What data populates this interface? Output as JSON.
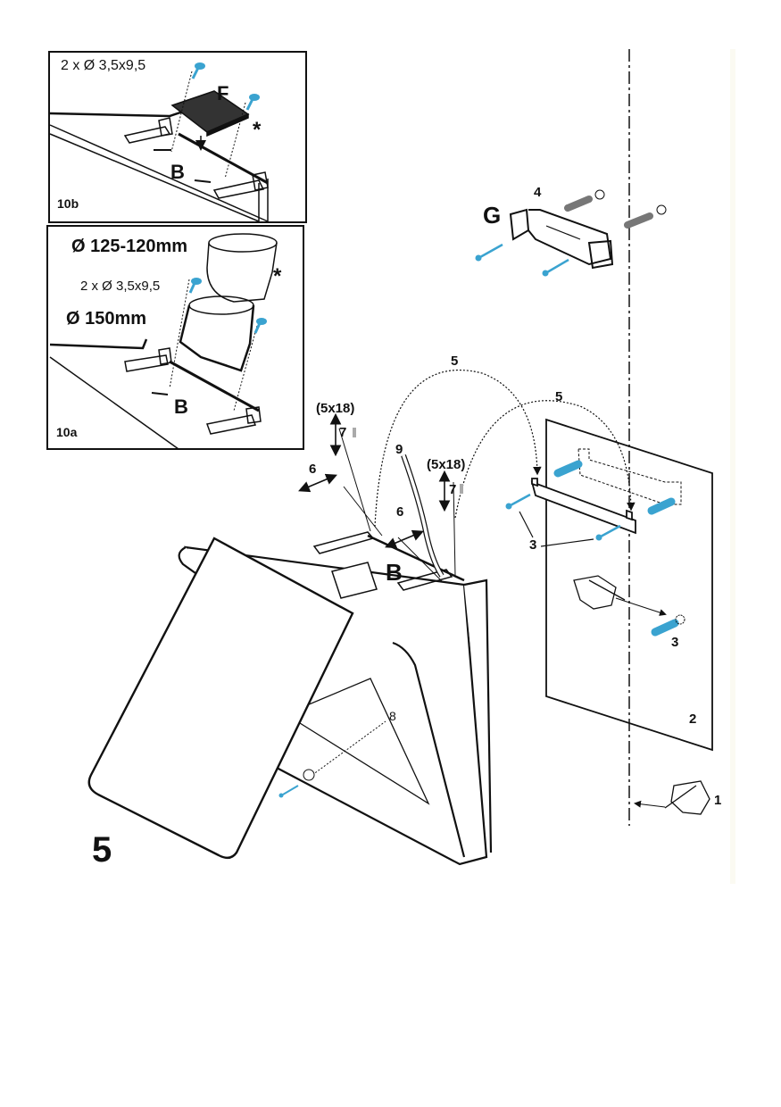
{
  "figure": {
    "step_number": "5",
    "inset_10b": {
      "tag": "10b",
      "screw_spec": "2 x Ø 3,5x9,5",
      "part_letter": "F",
      "mount_letter": "B",
      "optional_mark": "*"
    },
    "inset_10a": {
      "tag": "10a",
      "reducer_diameter": "Ø 125-120mm",
      "screw_spec": "2 x Ø 3,5x9,5",
      "flange_diameter": "Ø 150mm",
      "mount_letter": "B",
      "optional_mark": "*"
    },
    "callouts": {
      "one": "1",
      "two": "2",
      "three_a": "3",
      "three_b": "3",
      "four": "4",
      "five_a": "5",
      "five_b": "5",
      "six_a": "6",
      "six_b": "6",
      "seven_a": "7",
      "seven_b": "7",
      "screw_a": "(5x18)",
      "screw_b": "(5x18)",
      "eight": "8",
      "nine": "9",
      "bracket_letter": "G",
      "mount_letter": "B"
    },
    "colors": {
      "screw_blue": "#3aa3d0",
      "line": "#111111",
      "paper": "#ffffff"
    }
  }
}
